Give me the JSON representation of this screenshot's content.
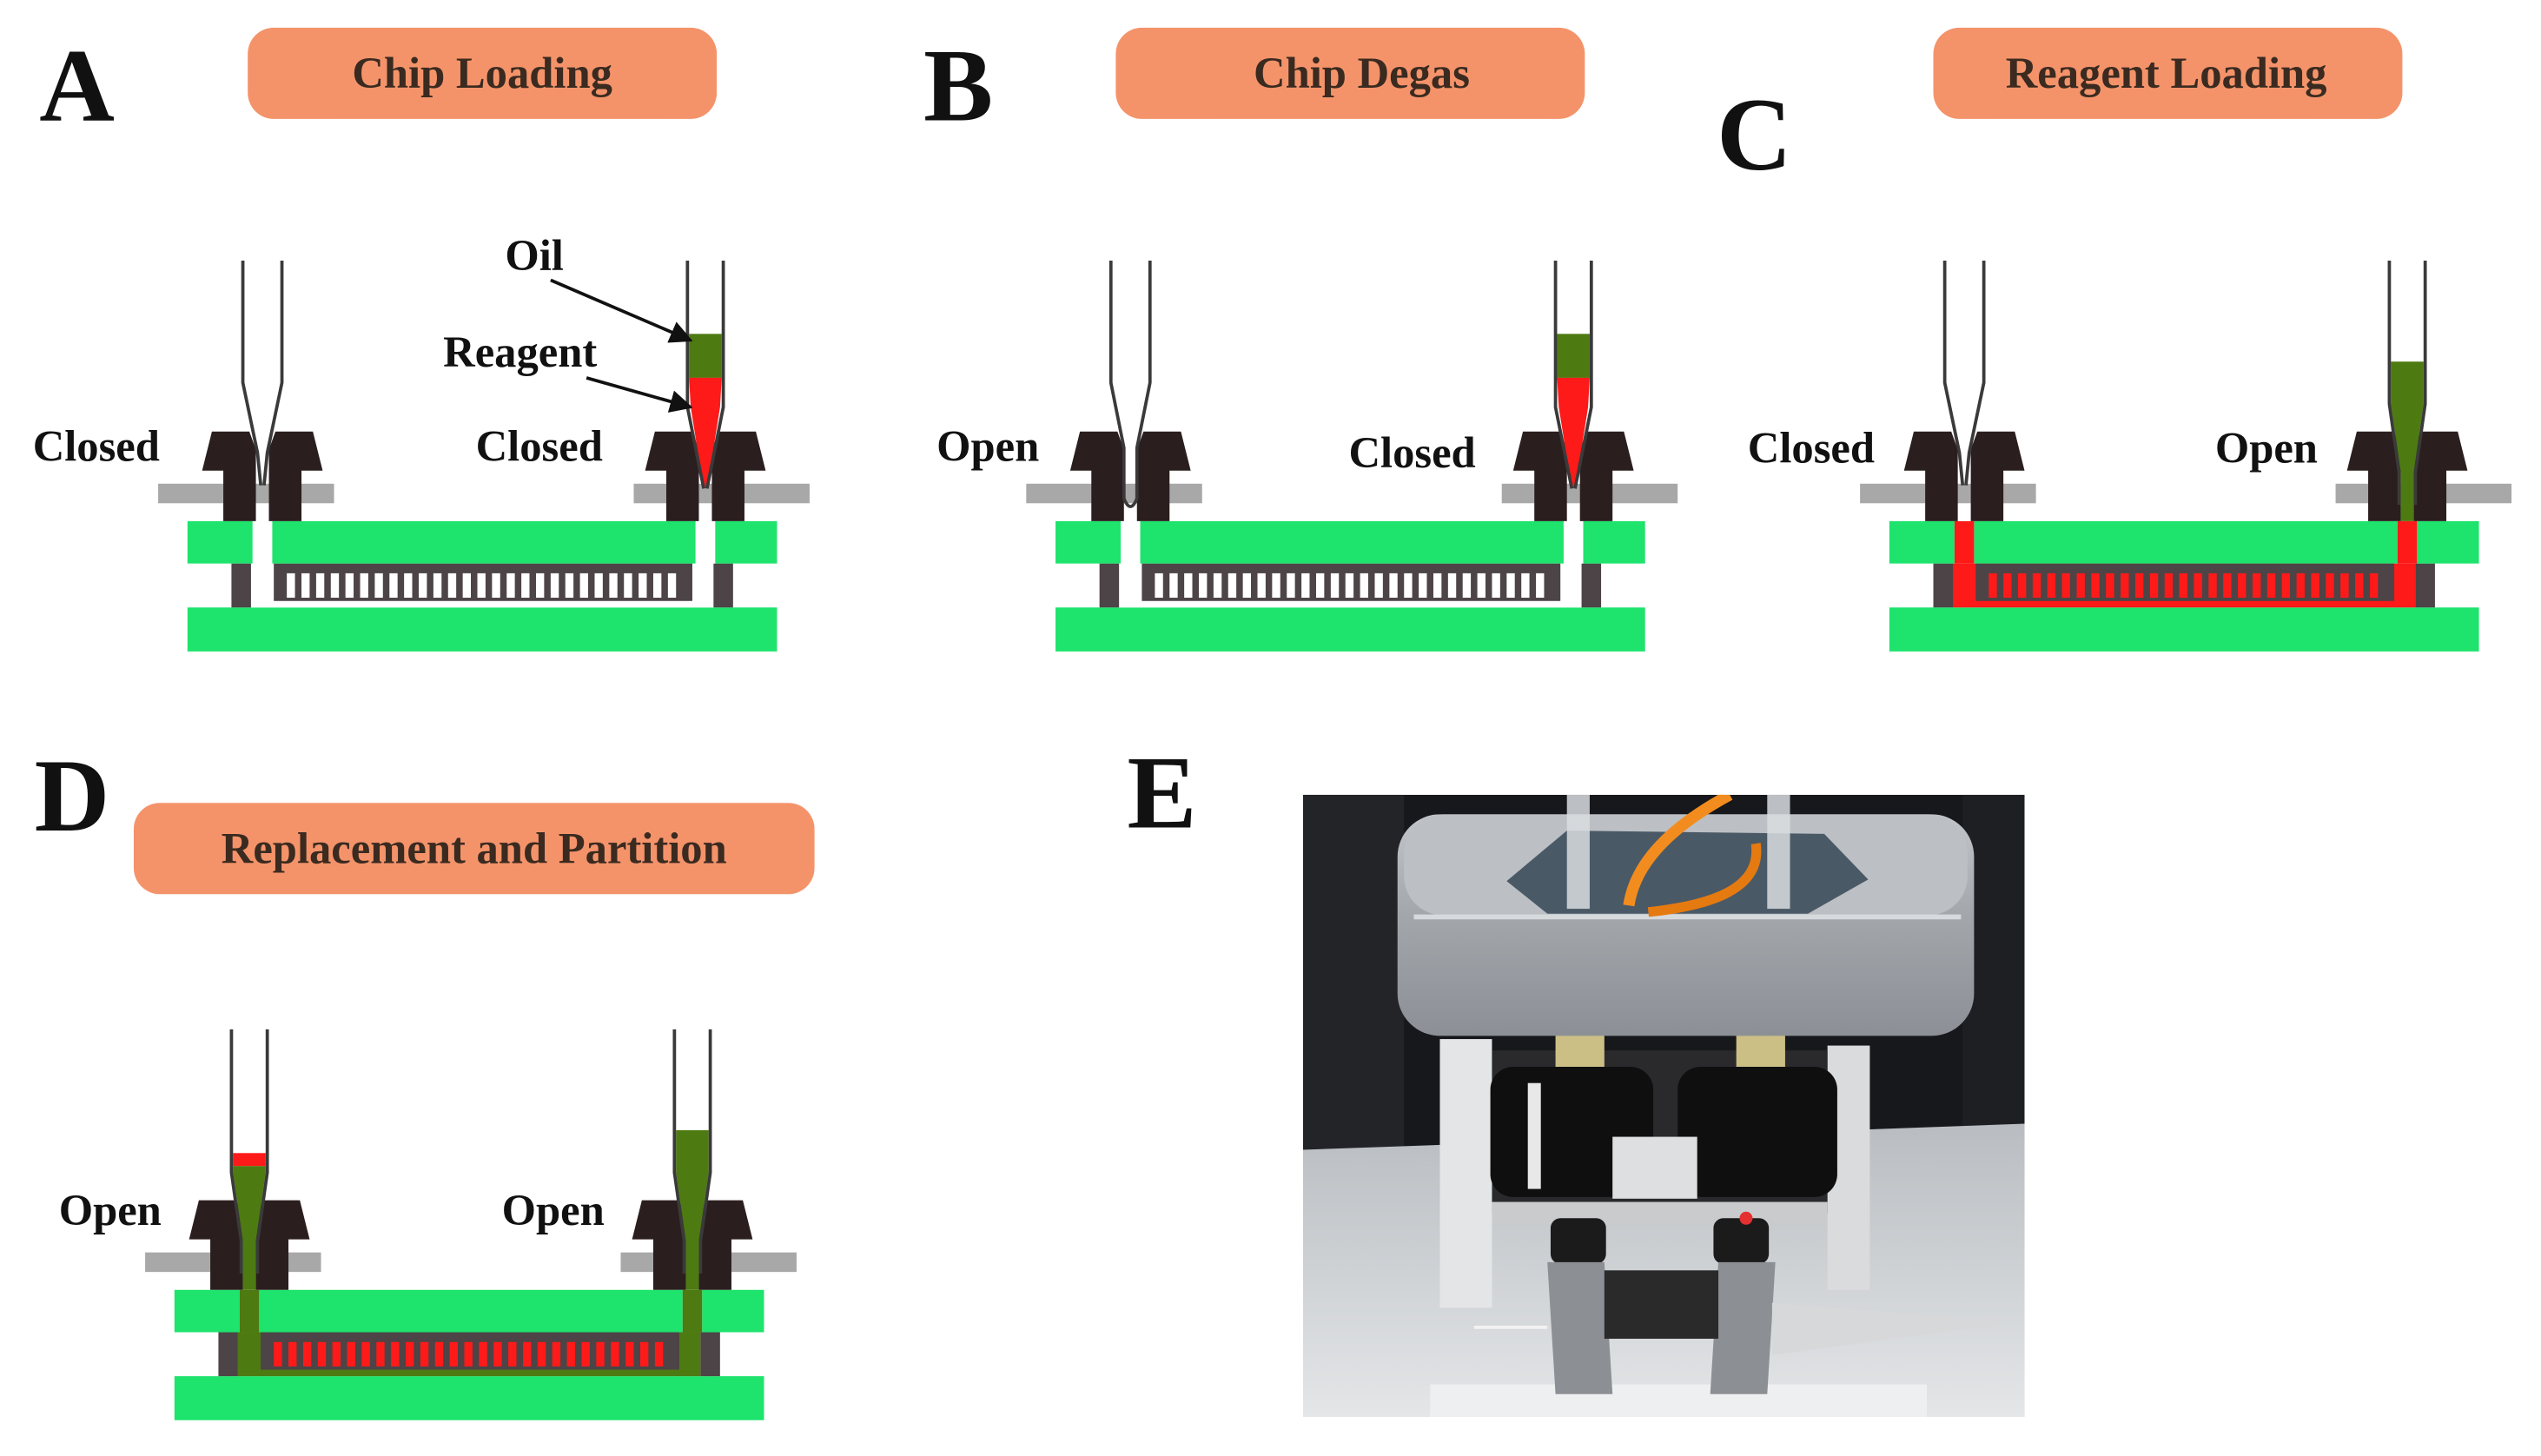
{
  "figure": {
    "panels": [
      {
        "letter": "A",
        "title": "Chip Loading",
        "left_state": "Closed",
        "right_state": "Closed",
        "annotations": {
          "oil": "Oil",
          "reagent": "Reagent"
        }
      },
      {
        "letter": "B",
        "title": "Chip Degas",
        "left_state": "Open",
        "right_state": "Closed"
      },
      {
        "letter": "C",
        "title": "Reagent Loading",
        "left_state": "Closed",
        "right_state": "Open"
      },
      {
        "letter": "D",
        "title": "Replacement and Partition",
        "left_state": "Open",
        "right_state": "Open"
      },
      {
        "letter": "E"
      }
    ],
    "colors": {
      "title_pill": "#f4936a",
      "chip_plate": "#1ee36c",
      "chip_spacer": "#4c4446",
      "valve": "#2b1e1f",
      "clamp_plate": "#a8a8a8",
      "oil": "#4e7a12",
      "reagent": "#ff1a1a"
    }
  }
}
